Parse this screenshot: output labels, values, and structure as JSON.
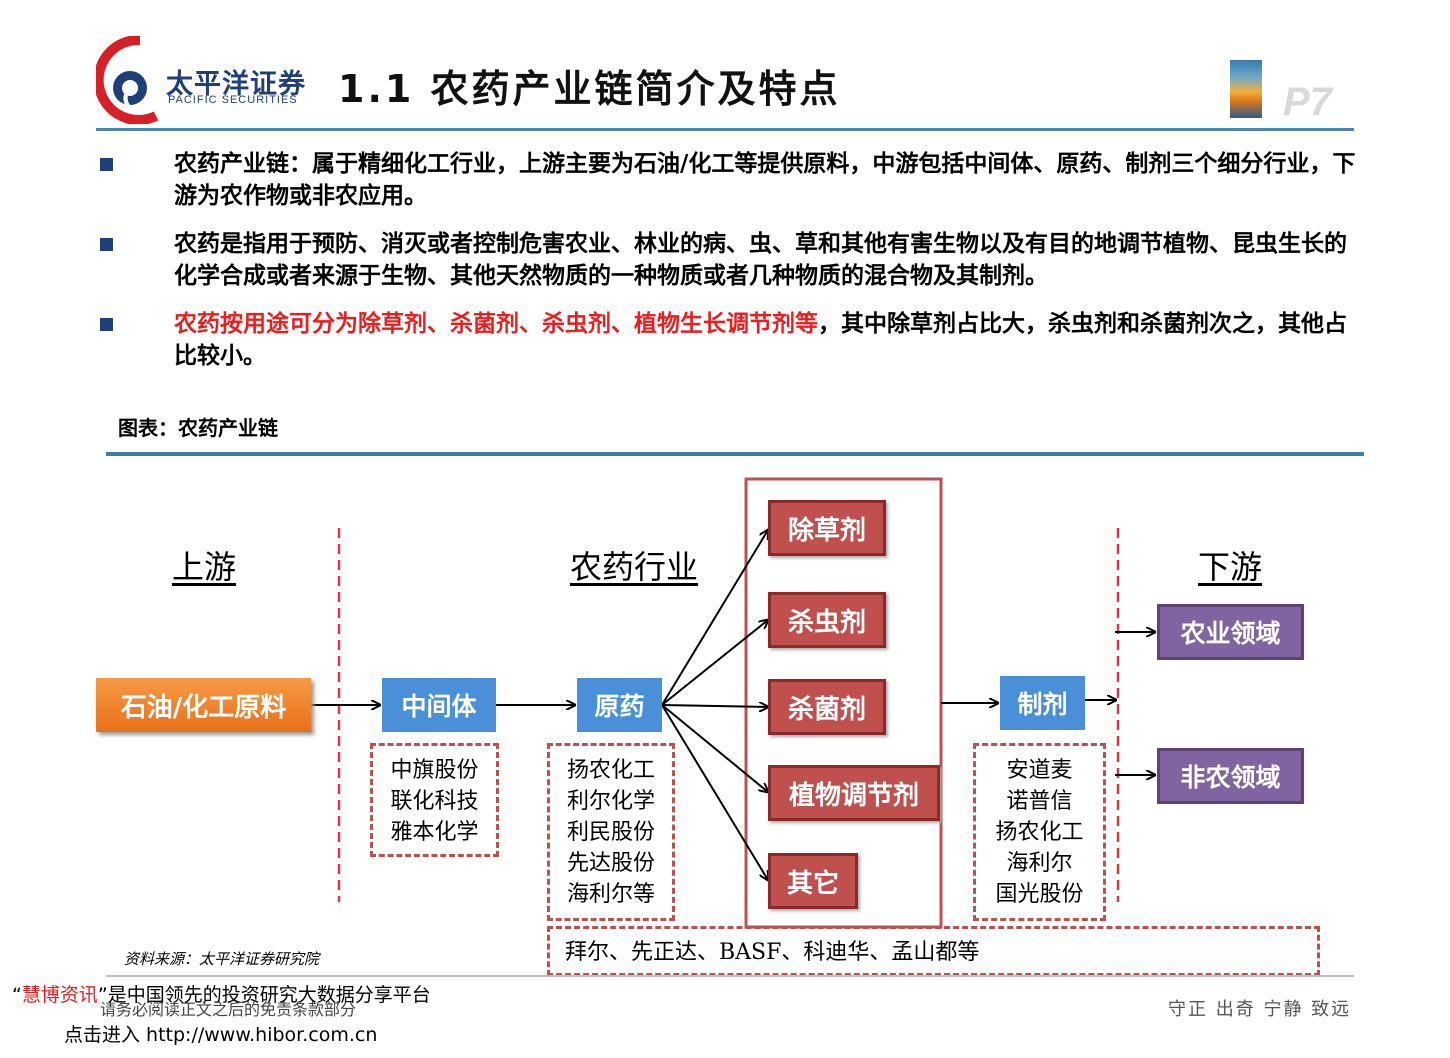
{
  "header": {
    "logo_cn": "太平洋证券",
    "logo_en": "PACIFIC SECURITIES",
    "title": "1.1 农药产业链简介及特点",
    "page_number": "P7"
  },
  "bullets": [
    {
      "segments": [
        {
          "text": "农药产业链：属于精细化工行业，上游主要为石油/化工等提供原料，中游包括中间体、原药、制剂三个细分行业，下游为农作物或非农应用。",
          "color": "#000000"
        }
      ]
    },
    {
      "segments": [
        {
          "text": "农药是指用于预防、消灭或者控制危害农业、林业的病、虫、草和其他有害生物以及有目的地调节植物、昆虫生长的化学合成或者来源于生物、其他天然物质的一种物质或者几种物质的混合物及其制剂。",
          "color": "#000000"
        }
      ]
    },
    {
      "segments": [
        {
          "text": "农药按用途可分为除草剂、杀菌剂、杀虫剂、植物生长调节剂等",
          "color": "#ee1c1c"
        },
        {
          "text": "，其中除草剂占比大，杀虫剂和杀菌剂次之，其他占比较小。",
          "color": "#000000"
        }
      ]
    }
  ],
  "figure_caption": "图表：农药产业链",
  "diagram": {
    "stage_labels": {
      "upstream": "上游",
      "midstream": "农药行业",
      "downstream": "下游"
    },
    "nodes": {
      "raw_material": "石油/化工原料",
      "intermediate": "中间体",
      "technical": "原药",
      "formulation": "制剂",
      "herbicide": "除草剂",
      "insecticide": "杀虫剂",
      "fungicide": "杀菌剂",
      "pgr": "植物调节剂",
      "others": "其它",
      "agri": "农业领域",
      "non_agri": "非农领域"
    },
    "company_groups": {
      "intermediate": [
        "中旗股份",
        "联化科技",
        "雅本化学"
      ],
      "technical": [
        "扬农化工",
        "利尔化学",
        "利民股份",
        "先达股份",
        "海利尔等"
      ],
      "formulation": [
        "安道麦",
        "诺普信",
        "扬农化工",
        "海利尔",
        "国光股份"
      ],
      "global": "拜尔、先正达、BASF、科迪华、孟山都等"
    }
  },
  "source_note": "资料来源：太平洋证券研究院",
  "footer": {
    "watermark_line1_quote": "“慧博资讯”是中国领先的投资研究大数据分享平台",
    "watermark_line2": "请务必阅读正文之后的免责条款部分",
    "watermark_line3": "点击进入 http://www.hibor.com.cn",
    "motto": "守正 出奇 宁静 致远"
  },
  "colors": {
    "brand_blue": "#1f3f7a",
    "rule_blue": "#4f81bd",
    "highlight_red": "#ee1c1c",
    "node_red": "#c0504d",
    "node_blue": "#4a90d9",
    "node_purple": "#8064a2",
    "node_orange": "#f0852e"
  }
}
